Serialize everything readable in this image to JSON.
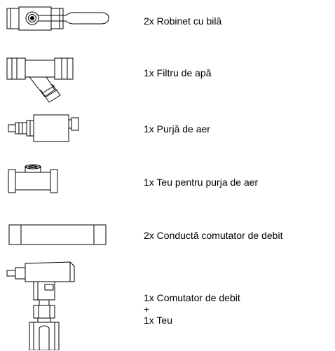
{
  "items": [
    {
      "icon": "ball-valve-icon",
      "label": "2x Robinet cu bilă"
    },
    {
      "icon": "water-filter-icon",
      "label": "1x Filtru de apă"
    },
    {
      "icon": "air-purge-icon",
      "label": "1x Purjă de aer"
    },
    {
      "icon": "tee-fitting-icon",
      "label": "1x Teu pentru purja de aer"
    },
    {
      "icon": "pipe-icon",
      "label": "2x Conductă comutator de debit"
    },
    {
      "icon": "flow-switch-icon",
      "label_lines": [
        "1x Comutator de debit",
        "+",
        "1x Teu"
      ]
    }
  ]
}
